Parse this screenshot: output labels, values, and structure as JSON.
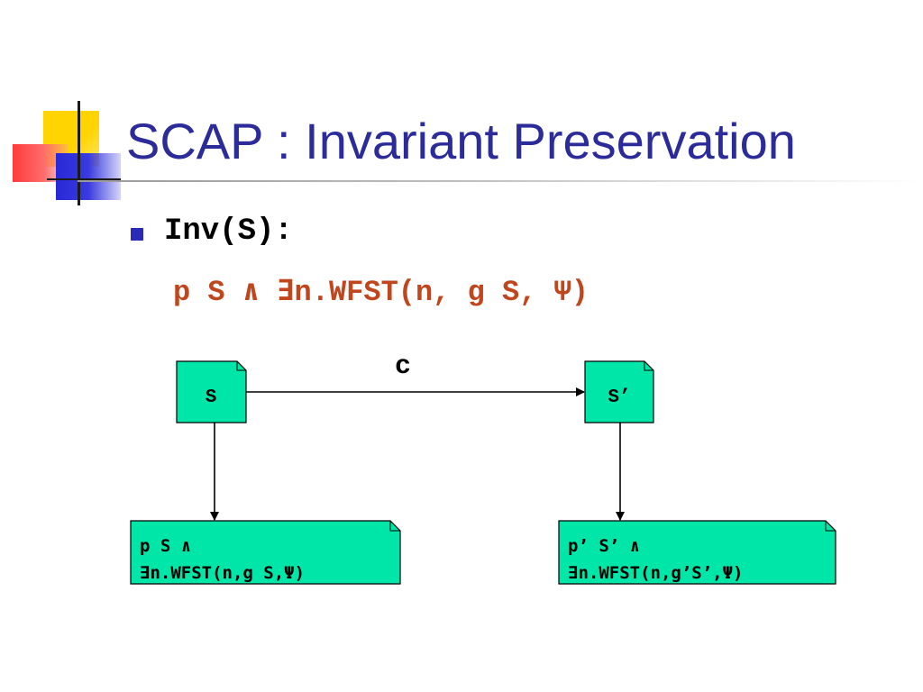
{
  "title": "SCAP : Invariant Preservation",
  "bullet": {
    "heading": "Inv(S):",
    "formula": "p S ∧ ∃n.WFST(n, g S, Ψ)"
  },
  "diagram": {
    "edge_label": "c",
    "nodes": {
      "state_s": "S",
      "state_s_prime": "S’"
    },
    "boxes": {
      "left": {
        "line1": "p S ∧",
        "line2": "∃n.WFST(n,g S,Ψ)"
      },
      "right": {
        "line1": "p’ S’ ∧",
        "line2": "∃n.WFST(n,g’S’,Ψ)"
      }
    }
  },
  "colors": {
    "title": "#2b2b9a",
    "formula": "#c0461d",
    "node_fill": "#00e6a8",
    "bullet": "#2a2ab8"
  }
}
